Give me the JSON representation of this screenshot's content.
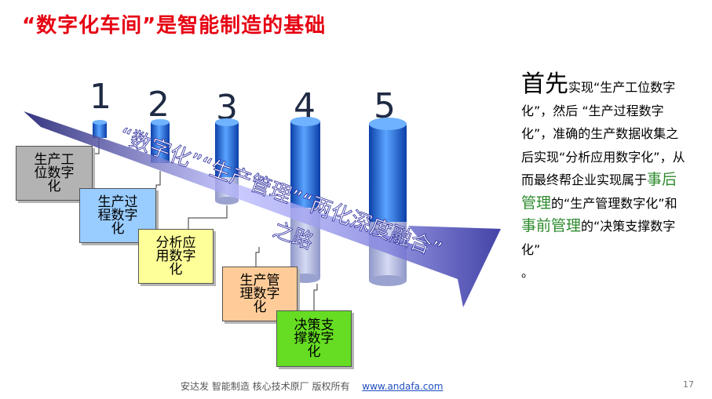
{
  "title": "“数字化车间”是智能制造的基础",
  "steps": [
    {
      "num": "1",
      "line1": "生产工",
      "line2": "位数字",
      "line3": "化"
    },
    {
      "num": "2",
      "line1": "生产过",
      "line2": "程数字",
      "line3": "化"
    },
    {
      "num": "3",
      "line1": "分析应",
      "line2": "用数字",
      "line3": "化"
    },
    {
      "num": "4",
      "line1": "生产管",
      "line2": "理数字",
      "line3": "化"
    },
    {
      "num": "5",
      "line1": "决策支",
      "line2": "撑数字",
      "line3": "化"
    }
  ],
  "arrow_text": {
    "main": "“数字化”“生产管理”“两化深度融合”",
    "sub": "之路"
  },
  "description": {
    "lead": "首先",
    "part1": "实现“生产工位数字化”，然后 “生产过程数字化”，准确的生产数据收集之后实现“分析应用数字化”，从而最终帮企业实现属于",
    "highlight1": "事后管理",
    "part2": "的“生产管理数字化”和",
    "highlight2": "事前管理",
    "part3": "的“决策支撑数字化”",
    "end": "。"
  },
  "footer": {
    "text": "安达发   智能制造 核心技术原厂   版权所有",
    "link": "www.andafa.com"
  },
  "page_number": "17",
  "colors": {
    "title": "#e60012",
    "highlight": "#2e8b2e",
    "arrow": "#2a2a9c",
    "cylinder": "#1e6fd9"
  }
}
